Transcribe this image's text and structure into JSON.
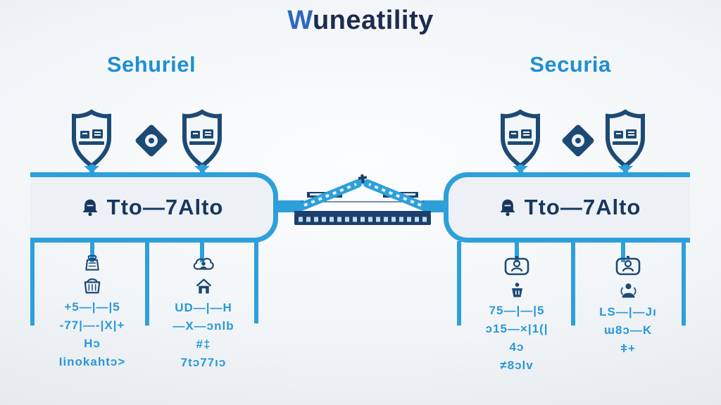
{
  "title": {
    "prefix": "W",
    "rest": "uneatility"
  },
  "left_section": {
    "header": "Sehuriel",
    "box_label": "Tto—7Alto",
    "box_icon": "bell-icon",
    "shield_icons": [
      "shield-icon",
      "shield-icon"
    ],
    "badge_icon": "diamond-badge-icon"
  },
  "right_section": {
    "header": "Securia",
    "box_label": "Tto—7Alto",
    "box_icon": "bell-icon",
    "shield_icons": [
      "shield-icon",
      "shield-icon"
    ],
    "badge_icon": "diamond-badge-icon"
  },
  "center": {
    "graphic": "drawbridge-graphic"
  },
  "columns": [
    {
      "side": "left",
      "icons": [
        "jar-icon",
        "basket-icon"
      ],
      "lines": [
        "+5—|—|5",
        "-77|—-|X|+",
        "Hɔ",
        "Iinokahtɔ>"
      ]
    },
    {
      "side": "left",
      "icons": [
        "cloud-user-icon",
        "house-icon"
      ],
      "lines": [
        "UD—|—H",
        "—X—ɔnlb",
        "#‡",
        "7tɔ77ıɔ"
      ]
    },
    {
      "side": "right",
      "icons": [
        "user-box-icon",
        "dark-basket-icon"
      ],
      "lines": [
        "75—|—|5",
        "ɔ15—×|1(|",
        "4ɔ",
        "≠8ɔlv"
      ]
    },
    {
      "side": "right",
      "icons": [
        "user-box-icon",
        "person-icon"
      ],
      "lines": [
        "LS—|—Jı",
        "ɯ8ɔ—K",
        "ǂ+"
      ]
    }
  ],
  "colors": {
    "accent_blue": "#2da0da",
    "navy": "#1d4a75",
    "title_navy": "#1d2b4f",
    "title_w_blue": "#2d66c4",
    "header_blue": "#1f8fd2",
    "column_text_blue": "#2a97d8",
    "panel_fill": "#edf1f5"
  }
}
